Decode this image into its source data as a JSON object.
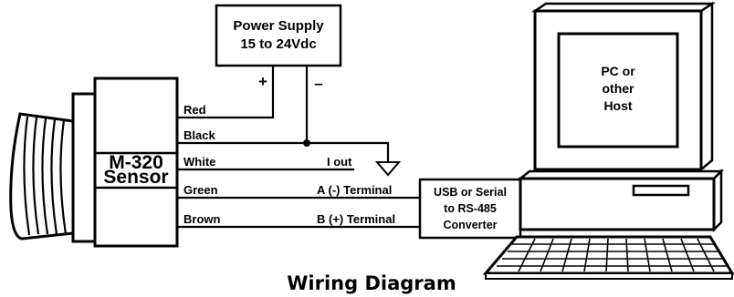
{
  "power_supply": {
    "line1": "Power Supply",
    "line2": "15 to 24Vdc",
    "plus": "+",
    "minus": "–"
  },
  "sensor": {
    "line1": "M-320",
    "line2": "Sensor"
  },
  "wires": {
    "red": "Red",
    "black": "Black",
    "white": "White",
    "green": "Green",
    "brown": "Brown"
  },
  "terminals": {
    "iout": "I out",
    "a": "A (-) Terminal",
    "b": "B (+) Terminal"
  },
  "converter": {
    "line1": "USB or Serial",
    "line2": "to RS-485",
    "line3": "Converter"
  },
  "host": {
    "line1": "PC or",
    "line2": "other",
    "line3": "Host"
  },
  "caption": "Wiring Diagram"
}
